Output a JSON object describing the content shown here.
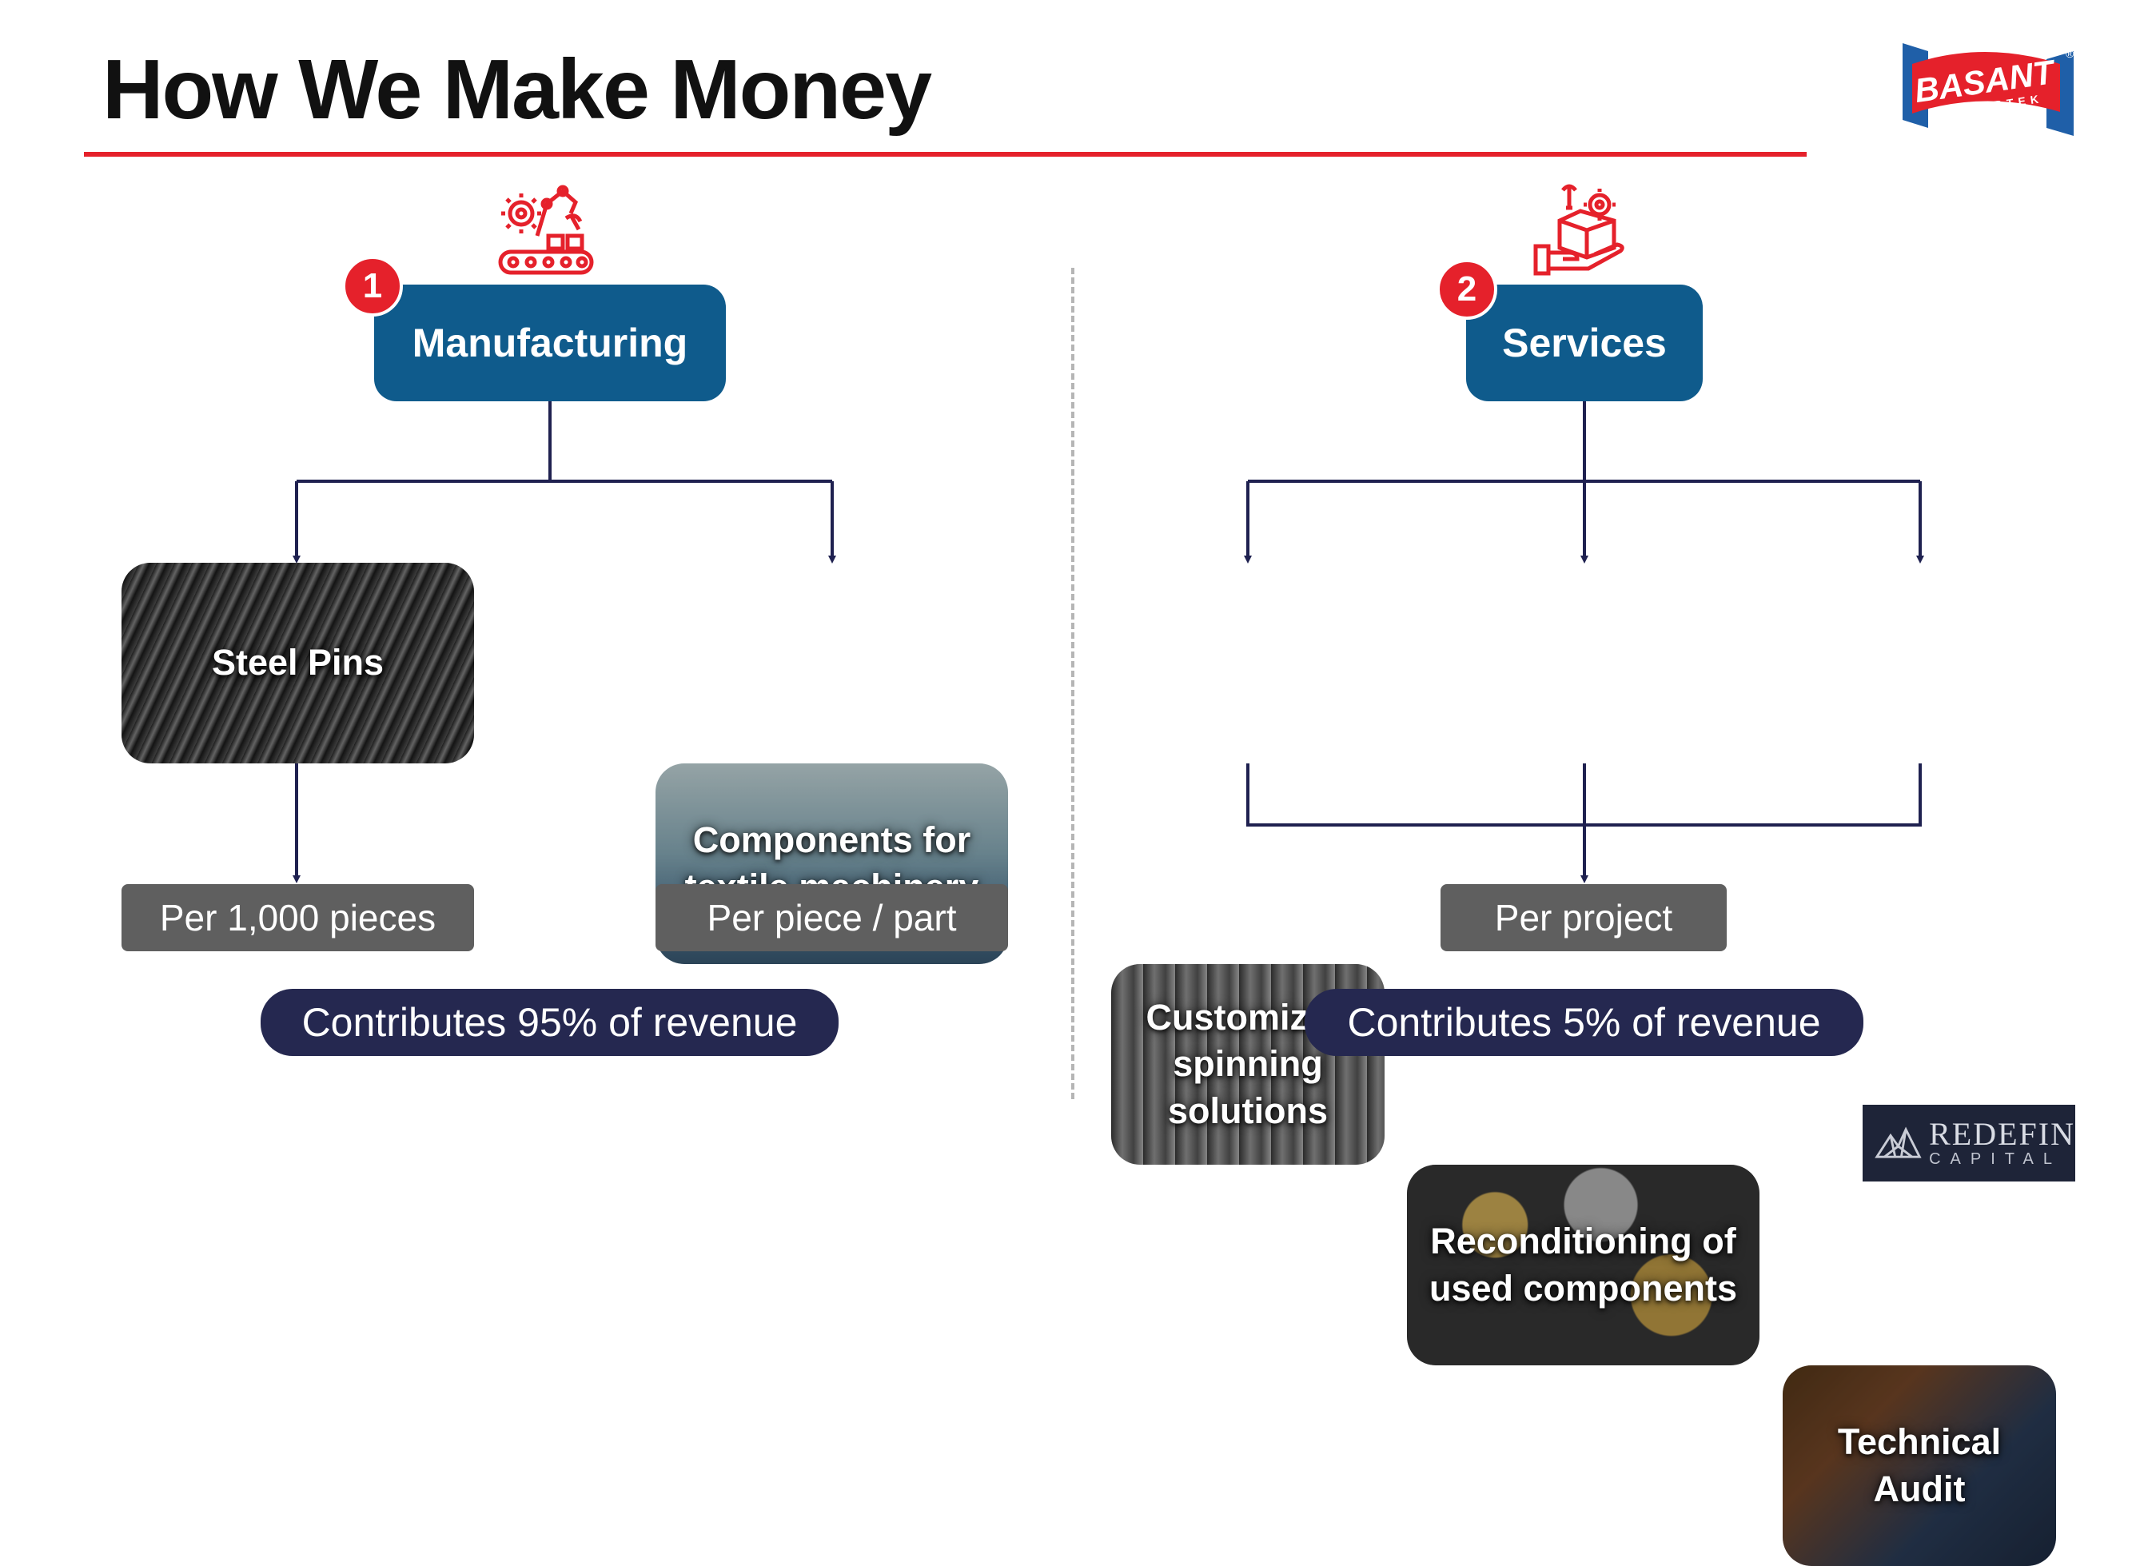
{
  "title": "How We Make Money",
  "colors": {
    "accent_red": "#e5212b",
    "category_blue": "#0f5b8c",
    "navy": "#252850",
    "unit_gray": "#5f5f5f",
    "connector": "#1f2150"
  },
  "segments": [
    {
      "number": "1",
      "name": "Manufacturing",
      "icon": "factory-robot-arm-icon",
      "offerings": [
        "Steel Pins",
        "Components for textile machinery"
      ],
      "pricing": [
        "Per 1,000 pieces",
        "Per piece / part"
      ],
      "revenue_note": "Contributes 95% of revenue",
      "revenue_share_percent": 95
    },
    {
      "number": "2",
      "name": "Services",
      "icon": "hand-box-tools-icon",
      "offerings": [
        "Customized spinning solutions",
        "Reconditioning of used components",
        "Technical Audit"
      ],
      "pricing": [
        "Per project"
      ],
      "revenue_note": "Contributes 5% of revenue",
      "revenue_share_percent": 5
    }
  ],
  "logos": {
    "basant_main": "BASANT",
    "basant_sub": "FIBERTEK",
    "basant_mark": "®",
    "redefin_main": "REDEFIN",
    "redefin_sub": "CAPITAL"
  }
}
